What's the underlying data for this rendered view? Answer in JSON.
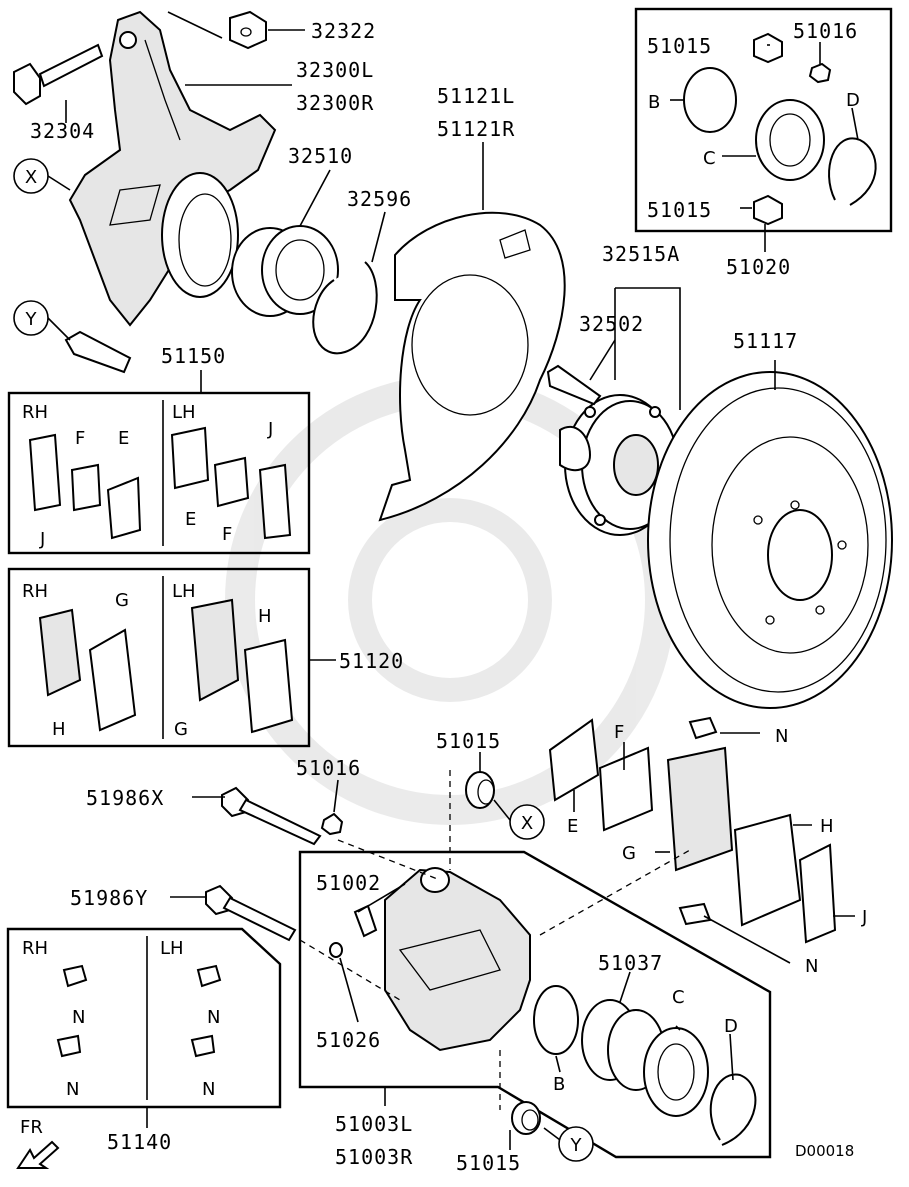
{
  "diagram": {
    "code": "D00018",
    "direction_label": "FR"
  },
  "parts": {
    "p32322": "32322",
    "p32300L": "32300L",
    "p32300R": "32300R",
    "p32304": "32304",
    "p32510": "32510",
    "p32596": "32596",
    "p51121L": "51121L",
    "p51121R": "51121R",
    "p32515A": "32515A",
    "p32502": "32502",
    "p51117": "51117",
    "p51150": "51150",
    "p51120": "51120",
    "p51986X": "51986X",
    "p51986Y": "51986Y",
    "p51016_top": "51016",
    "p51016_mid": "51016",
    "p51015_a": "51015",
    "p51015_b": "51015",
    "p51015_c": "51015",
    "p51015_d": "51015",
    "p51020": "51020",
    "p51002": "51002",
    "p51026": "51026",
    "p51037": "51037",
    "p51003L": "51003L",
    "p51003R": "51003R",
    "p51140": "51140"
  },
  "letters": {
    "X": "X",
    "Y": "Y",
    "B": "B",
    "C": "C",
    "D": "D",
    "E": "E",
    "F": "F",
    "G": "G",
    "H": "H",
    "J": "J",
    "N": "N"
  },
  "sides": {
    "rh": "RH",
    "lh": "LH"
  }
}
